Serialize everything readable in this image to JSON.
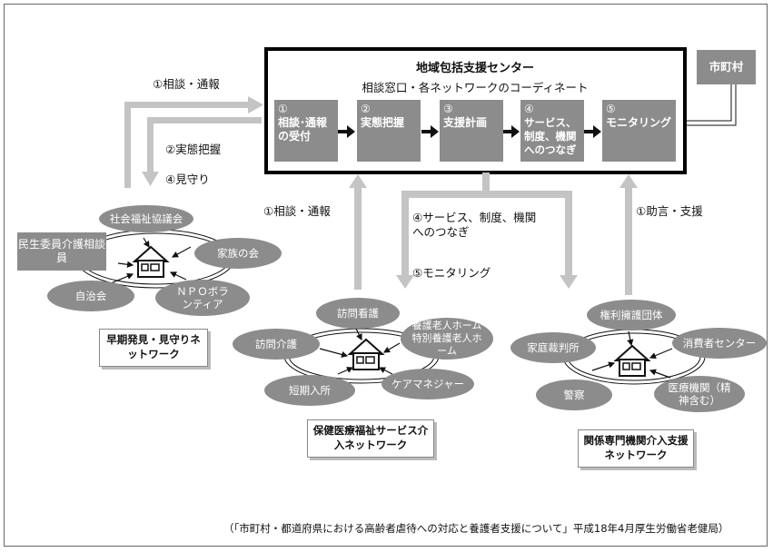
{
  "center": {
    "title": "地域包括支援センター",
    "subtitle": "相談窓口・各ネットワークのコーディネート",
    "steps": [
      {
        "num": "①",
        "label": "相談･通報の受付"
      },
      {
        "num": "②",
        "label": "実態把握"
      },
      {
        "num": "③",
        "label": "支援計画"
      },
      {
        "num": "④",
        "label": "サービス、制度、機関へのつなぎ"
      },
      {
        "num": "⑤",
        "label": "モニタリング"
      }
    ]
  },
  "municipality": "市町村",
  "flows": {
    "left_consult": "①相談・通報",
    "left_survey": "②実態把握",
    "left_watch": "④見守り",
    "mid_consult": "①相談・通報",
    "mid_services": "④サービス、制度、機関へのつなぎ",
    "mid_monitoring": "⑤モニタリング",
    "right_advice": "①助言・支援"
  },
  "networks": {
    "early": {
      "label": "早期発見・見守りネットワーク",
      "members": {
        "council": "社会福祉協議会",
        "commissioner": "民生委員介護相談員",
        "family": "家族の会",
        "residents": "自治会",
        "npo": "ＮＰＯボランティア"
      }
    },
    "health": {
      "label": "保健医療福祉サービス介入ネットワーク",
      "members": {
        "nursing": "訪問看護",
        "care": "訪問介護",
        "home": "養護老人ホーム特別養護老人ホーム",
        "short": "短期入所",
        "manager": "ケアマネジャー"
      }
    },
    "professional": {
      "label": "関係専門機関介入支援ネットワーク",
      "members": {
        "rights": "権利擁護団体",
        "court": "家庭裁判所",
        "consumer": "消費者センター",
        "police": "警察",
        "medical": "医療機関（精神含む）"
      }
    }
  },
  "citation": "（「市町村・都道府県における高齢者虐待への対応と養護者支援について」平成18年4月厚生労働省老健局）",
  "colors": {
    "gray": "#8c8c8c",
    "arrow": "#c4c4c4"
  }
}
